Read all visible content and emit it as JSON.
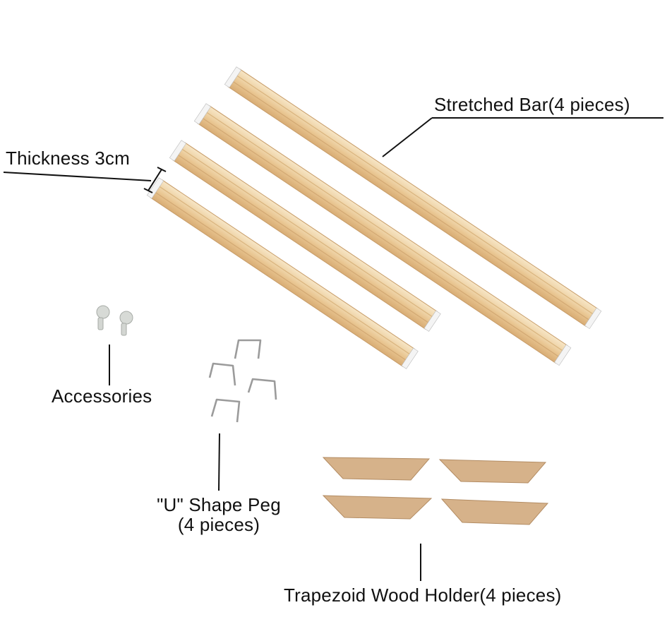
{
  "labels": {
    "stretched_bar": "Stretched Bar(4 pieces)",
    "thickness": "Thickness 3cm",
    "accessories": "Accessories",
    "u_peg_line1": "\"U\" Shape Peg",
    "u_peg_line2": "(4 pieces)",
    "trapezoid": "Trapezoid Wood Holder(4 pieces)"
  },
  "colors": {
    "wood_light": "#f3dcb6",
    "wood_mid": "#e6c18f",
    "wood_dark": "#cfa472",
    "wood_edge": "#b98c58",
    "holder": "#d5b08a",
    "holder_edge": "#b08a62",
    "peg": "#9a9a9a",
    "accessory": "#cfd3cf",
    "line": "#111111"
  }
}
